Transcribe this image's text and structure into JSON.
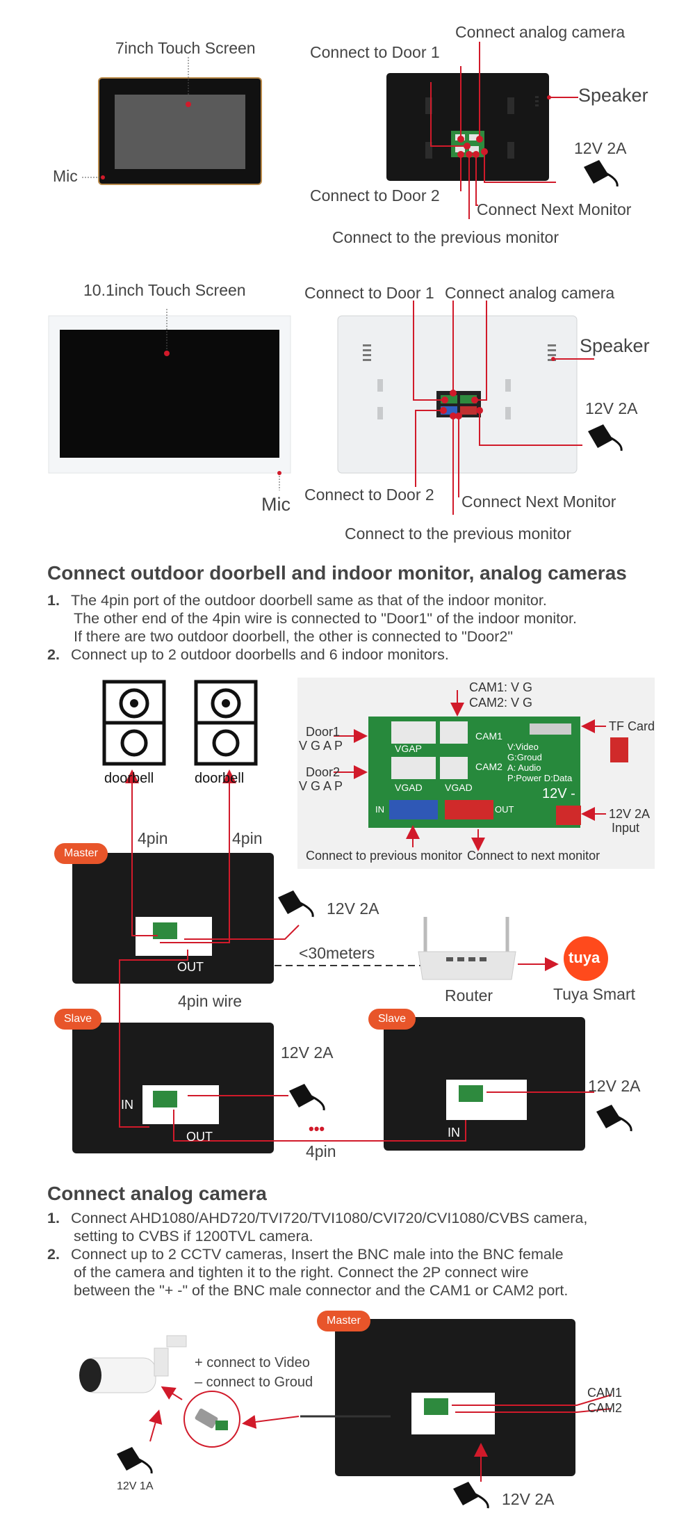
{
  "top_left": {
    "screen7_label": "7inch Touch Screen",
    "mic_label": "Mic",
    "screen10_label": "10.1inch Touch Screen",
    "mic_label2": "Mic"
  },
  "back7": {
    "door1": "Connect to Door 1",
    "analog": "Connect analog camera",
    "speaker": "Speaker",
    "power": "12V 2A",
    "door2": "Connect to Door 2",
    "next": "Connect Next Monitor",
    "previous": "Connect to the previous monitor"
  },
  "back10": {
    "door1": "Connect to Door 1",
    "analog": "Connect analog camera",
    "speaker": "Speaker",
    "power": "12V 2A",
    "door2": "Connect to Door 2",
    "next": "Connect Next Monitor",
    "previous": "Connect to the previous monitor"
  },
  "section1": {
    "title": "Connect outdoor doorbell and indoor monitor, analog cameras",
    "items": [
      {
        "num": "1.",
        "lines": [
          "The 4pin port of the outdoor doorbell same as that of the indoor monitor.",
          "The other end of the 4pin wire is connected to \"Door1\" of the indoor monitor.",
          "If there are two outdoor doorbell, the other is connected to \"Door2\""
        ]
      },
      {
        "num": "2.",
        "lines": [
          "Connect up to 2 outdoor doorbells and 6 indoor monitors."
        ]
      }
    ]
  },
  "wiring": {
    "doorbell1": "doorbell",
    "doorbell2": "doorbell",
    "pin_a": "4pin",
    "pin_b": "4pin",
    "master": "Master",
    "power_master": "12V 2A",
    "distance": "<30meters",
    "out_master": "OUT",
    "wire_label": "4pin wire",
    "router": "Router",
    "tuya": "Tuya Smart",
    "tuya_logo": "tuya",
    "slave1": "Slave",
    "slave2": "Slave",
    "power_slave1": "12V 2A",
    "power_slave2": "12V 2A",
    "in_slave1": "IN",
    "out_slave1": "OUT",
    "in_slave2": "IN",
    "dots": "•••",
    "pin_bottom": "4pin"
  },
  "board": {
    "cam1_top": "CAM1:  V  G",
    "cam2_top": "CAM2:  V  G",
    "door1": "Door1",
    "door1_pins": "V G A P",
    "door2": "Door2",
    "door2_pins": "V G A P",
    "conn_door1": "VGAP",
    "conn_door2": "VGAD",
    "conn_cam": "VGAD",
    "cam1": "CAM1",
    "cam2": "CAM2",
    "legend": [
      "V:Video",
      "G:Groud",
      "A: Audio",
      "P:Power D:Data"
    ],
    "v12": "12V -",
    "in": "IN",
    "out": "OUT",
    "tf": "TF Card",
    "power": "12V 2A",
    "power2": "Input",
    "prev": "Connect to previous monitor",
    "next": "Connect to next monitor"
  },
  "section2": {
    "title": "Connect analog camera",
    "items": [
      {
        "num": "1.",
        "lines": [
          "Connect AHD1080/AHD720/TVI720/TVI1080/CVI720/CVI1080/CVBS camera,",
          "setting to CVBS if 1200TVL camera."
        ]
      },
      {
        "num": "2.",
        "lines": [
          "Connect up to 2 CCTV cameras, Insert the BNC male into the BNC female",
          "of the camera and tighten it to the right. Connect the 2P connect wire",
          "between the \"+ -\" of the BNC male connector and the CAM1 or CAM2 port."
        ]
      }
    ]
  },
  "camera": {
    "plus": "+ connect to Video",
    "minus": "– connect to Groud",
    "master": "Master",
    "cam1": "CAM1",
    "cam2": "CAM2",
    "power_cam": "12V 1A",
    "power_mon": "12V 2A"
  },
  "colors": {
    "accent": "#e8552a",
    "line": "#d11a2a",
    "pcb": "#2e8a3e"
  }
}
